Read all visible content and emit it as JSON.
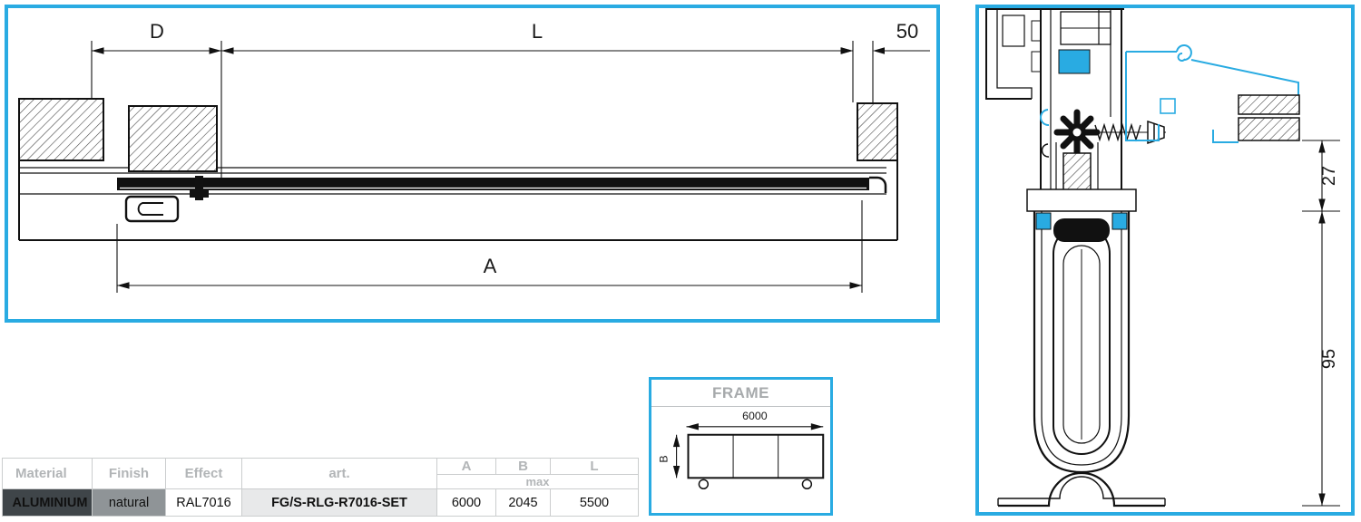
{
  "colors": {
    "accent": "#29abe2"
  },
  "main_drawing": {
    "dim_d": "D",
    "dim_l": "L",
    "dim_50": "50",
    "dim_a": "A"
  },
  "detail_drawing": {
    "dim_27": "27",
    "dim_95": "95"
  },
  "frame_panel": {
    "title": "FRAME",
    "dim_width": "6000",
    "dim_height": "B"
  },
  "spec_table": {
    "headers": {
      "material": "Material",
      "finish": "Finish",
      "effect": "Effect",
      "art": "art.",
      "col_a": "A",
      "col_b": "B",
      "col_l": "L",
      "max": "max"
    },
    "row": {
      "material": "ALUMINIUM",
      "finish": "natural",
      "effect": "RAL7016",
      "art": "FG/S-RLG-R7016-SET",
      "a": "6000",
      "b": "2045",
      "l": "5500"
    }
  }
}
